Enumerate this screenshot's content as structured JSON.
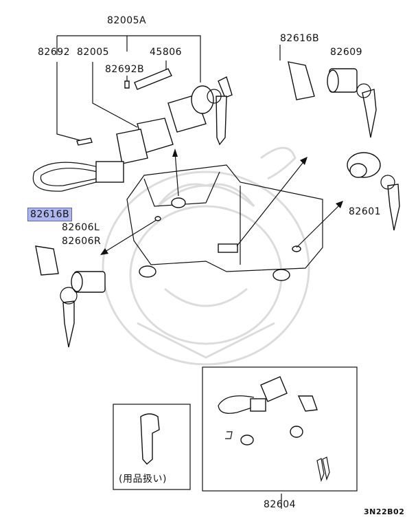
{
  "labels": {
    "p82005A": "82005A",
    "p82692": "82692",
    "p82005": "82005",
    "p45806": "45806",
    "p82692B": "82692B",
    "p82616B_top": "82616B",
    "p82609": "82609",
    "p82616B_hl": "82616B",
    "p82606L": "82606L",
    "p82606R": "82606R",
    "p82601": "82601",
    "p82604": "82604",
    "note_jp": "(用品扱い)",
    "ref": "3N22B02"
  }
}
